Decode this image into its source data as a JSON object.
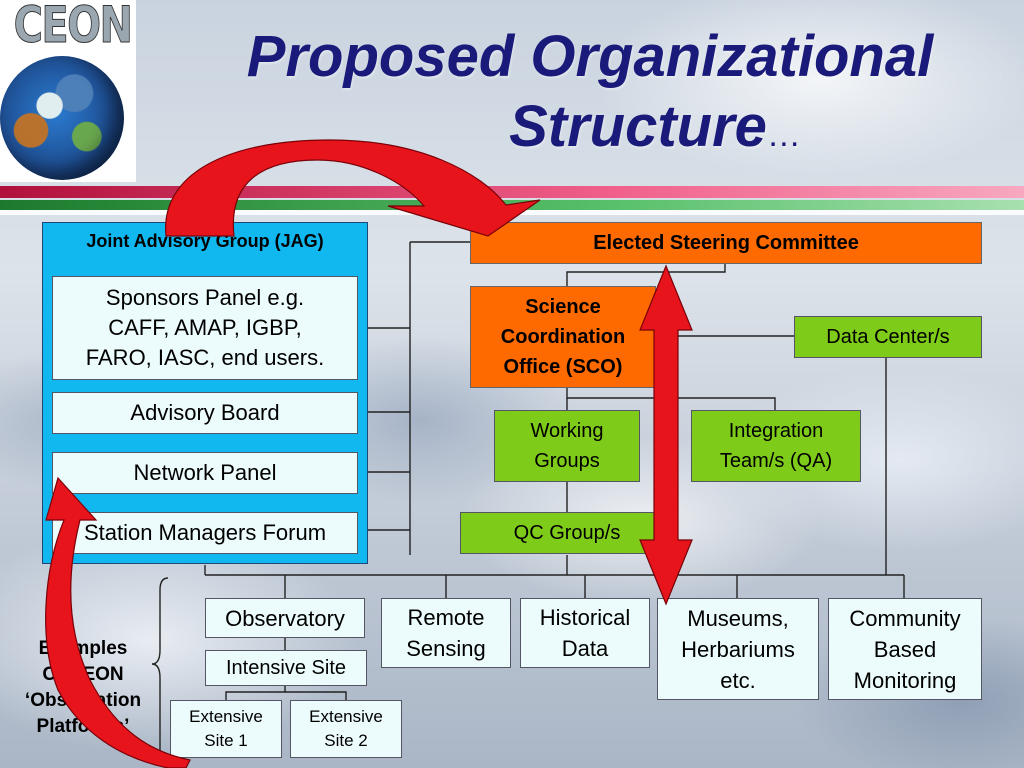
{
  "header": {
    "title_line_1": "Proposed Organizational",
    "title_line_2": "Structure",
    "title_suffix": "…",
    "logo_text": "CEON"
  },
  "colors": {
    "title": "#1a1a7a",
    "stripe_red": "#e0245e",
    "stripe_green": "#2e9e3e",
    "orange_box": "#ff6a00",
    "green_box": "#7ecb1a",
    "jag_panel": "#11b8f0",
    "light_box": "#ecfbfb",
    "arrow_red": "#e8141c"
  },
  "jag": {
    "title": "Joint Advisory Group (JAG)",
    "sponsors": [
      "Sponsors Panel e.g.",
      "CAFF, AMAP, IGBP,",
      "FARO, IASC, end users."
    ],
    "advisory_board": "Advisory Board",
    "network_panel": "Network Panel",
    "station_managers": "Station Managers Forum"
  },
  "boxes": {
    "steering": "Elected Steering Committee",
    "sco": [
      "Science",
      "Coordination",
      "Office (SCO)"
    ],
    "data_center": "Data Center/s",
    "working_groups": [
      "Working",
      "Groups"
    ],
    "integration": [
      "Integration",
      "Team/s (QA)"
    ],
    "qc_group": "QC Group/s"
  },
  "platforms": {
    "observatory": "Observatory",
    "intensive_site": "Intensive Site",
    "extensive_1": [
      "Extensive",
      "Site 1"
    ],
    "extensive_2": [
      "Extensive",
      "Site 2"
    ],
    "remote_sensing": [
      "Remote",
      "Sensing"
    ],
    "historical": [
      "Historical",
      "Data"
    ],
    "museums": [
      "Museums,",
      "Herbariums",
      "etc."
    ],
    "community": [
      "Community",
      "Based",
      "Monitoring"
    ]
  },
  "examples_label": [
    "Examples",
    "Of CEON",
    "‘Observation",
    "Platforms’"
  ]
}
